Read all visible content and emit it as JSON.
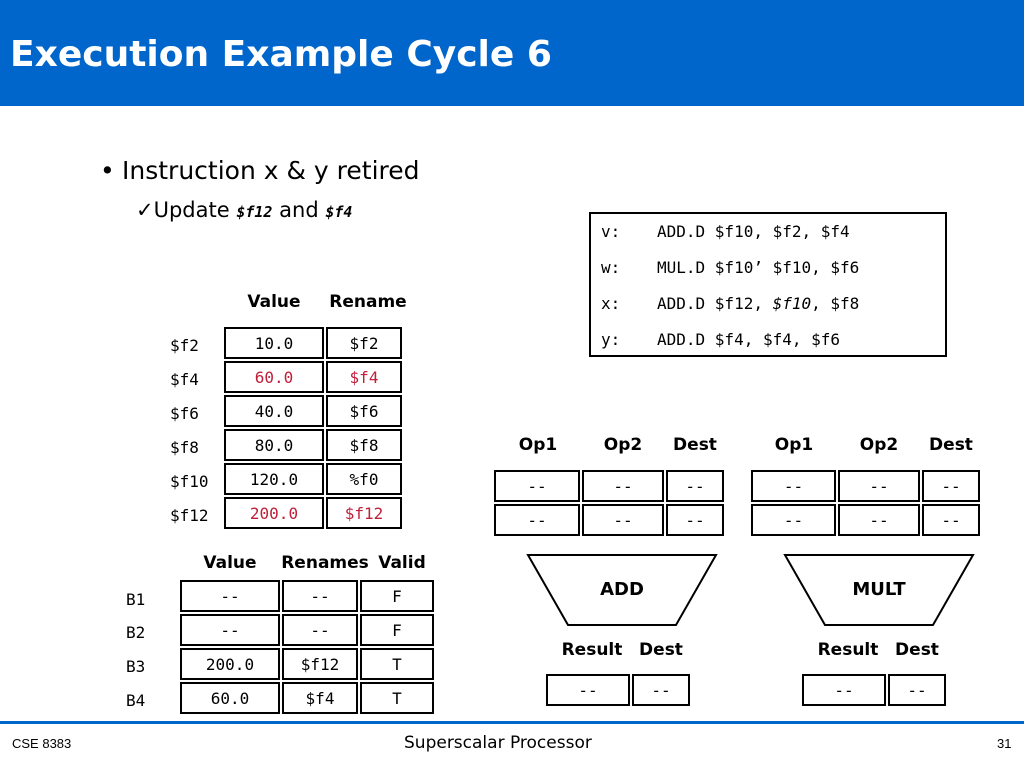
{
  "slide": {
    "title": "Execution Example Cycle 6",
    "bullet": "Instruction x & y retired",
    "sub_check": "✓",
    "sub_prefix": "Update ",
    "sub_reg1": "$f12",
    "sub_and": " and ",
    "sub_reg2": "$f4"
  },
  "code": [
    {
      "label": "v:",
      "op": "ADD.D $f10, $f2, $f4",
      "pre": "",
      "em": "",
      "post": ""
    },
    {
      "label": "w:",
      "op": "MUL.D $f10’ $f10, $f6",
      "pre": "",
      "em": "",
      "post": ""
    },
    {
      "label": "x:",
      "op": "",
      "pre": "ADD.D $f12, ",
      "em": "$f10",
      "post": ", $f8"
    },
    {
      "label": "y:",
      "op": "ADD.D $f4, $f4, $f6",
      "pre": "",
      "em": "",
      "post": ""
    }
  ],
  "regfile": {
    "headers": [
      "Value",
      "Rename"
    ],
    "rows": [
      {
        "reg": "$f2",
        "value": "10.0",
        "rename": "$f2",
        "highlight": false
      },
      {
        "reg": "$f4",
        "value": "60.0",
        "rename": "$f4",
        "highlight": true
      },
      {
        "reg": "$f6",
        "value": "40.0",
        "rename": "$f6",
        "highlight": false
      },
      {
        "reg": "$f8",
        "value": "80.0",
        "rename": "$f8",
        "highlight": false
      },
      {
        "reg": "$f10",
        "value": "120.0",
        "rename": "%f0",
        "highlight": false
      },
      {
        "reg": "$f12",
        "value": "200.0",
        "rename": "$f12",
        "highlight": true
      }
    ]
  },
  "rob": {
    "headers": [
      "Value",
      "Renames",
      "Valid"
    ],
    "rows": [
      {
        "id": "B1",
        "value": "--",
        "rename": "--",
        "valid": "F"
      },
      {
        "id": "B2",
        "value": "--",
        "rename": "--",
        "valid": "F"
      },
      {
        "id": "B3",
        "value": "200.0",
        "rename": "$f12",
        "valid": "T"
      },
      {
        "id": "B4",
        "value": "60.0",
        "rename": "$f4",
        "valid": "T"
      }
    ]
  },
  "add_unit": {
    "name": "ADD",
    "rs_headers": [
      "Op1",
      "Op2",
      "Dest"
    ],
    "rs_rows": [
      [
        "--",
        "--",
        "--"
      ],
      [
        "--",
        "--",
        "--"
      ]
    ],
    "out_headers": [
      "Result",
      "Dest"
    ],
    "out_row": [
      "--",
      "--"
    ]
  },
  "mult_unit": {
    "name": "MULT",
    "rs_headers": [
      "Op1",
      "Op2",
      "Dest"
    ],
    "rs_rows": [
      [
        "--",
        "--",
        "--"
      ],
      [
        "--",
        "--",
        "--"
      ]
    ],
    "out_headers": [
      "Result",
      "Dest"
    ],
    "out_row": [
      "--",
      "--"
    ]
  },
  "footer": {
    "left": "CSE 8383",
    "center": "Superscalar Processor",
    "right": "31"
  },
  "colors": {
    "header_bg": "#0066cc",
    "highlight": "#c0203a"
  }
}
